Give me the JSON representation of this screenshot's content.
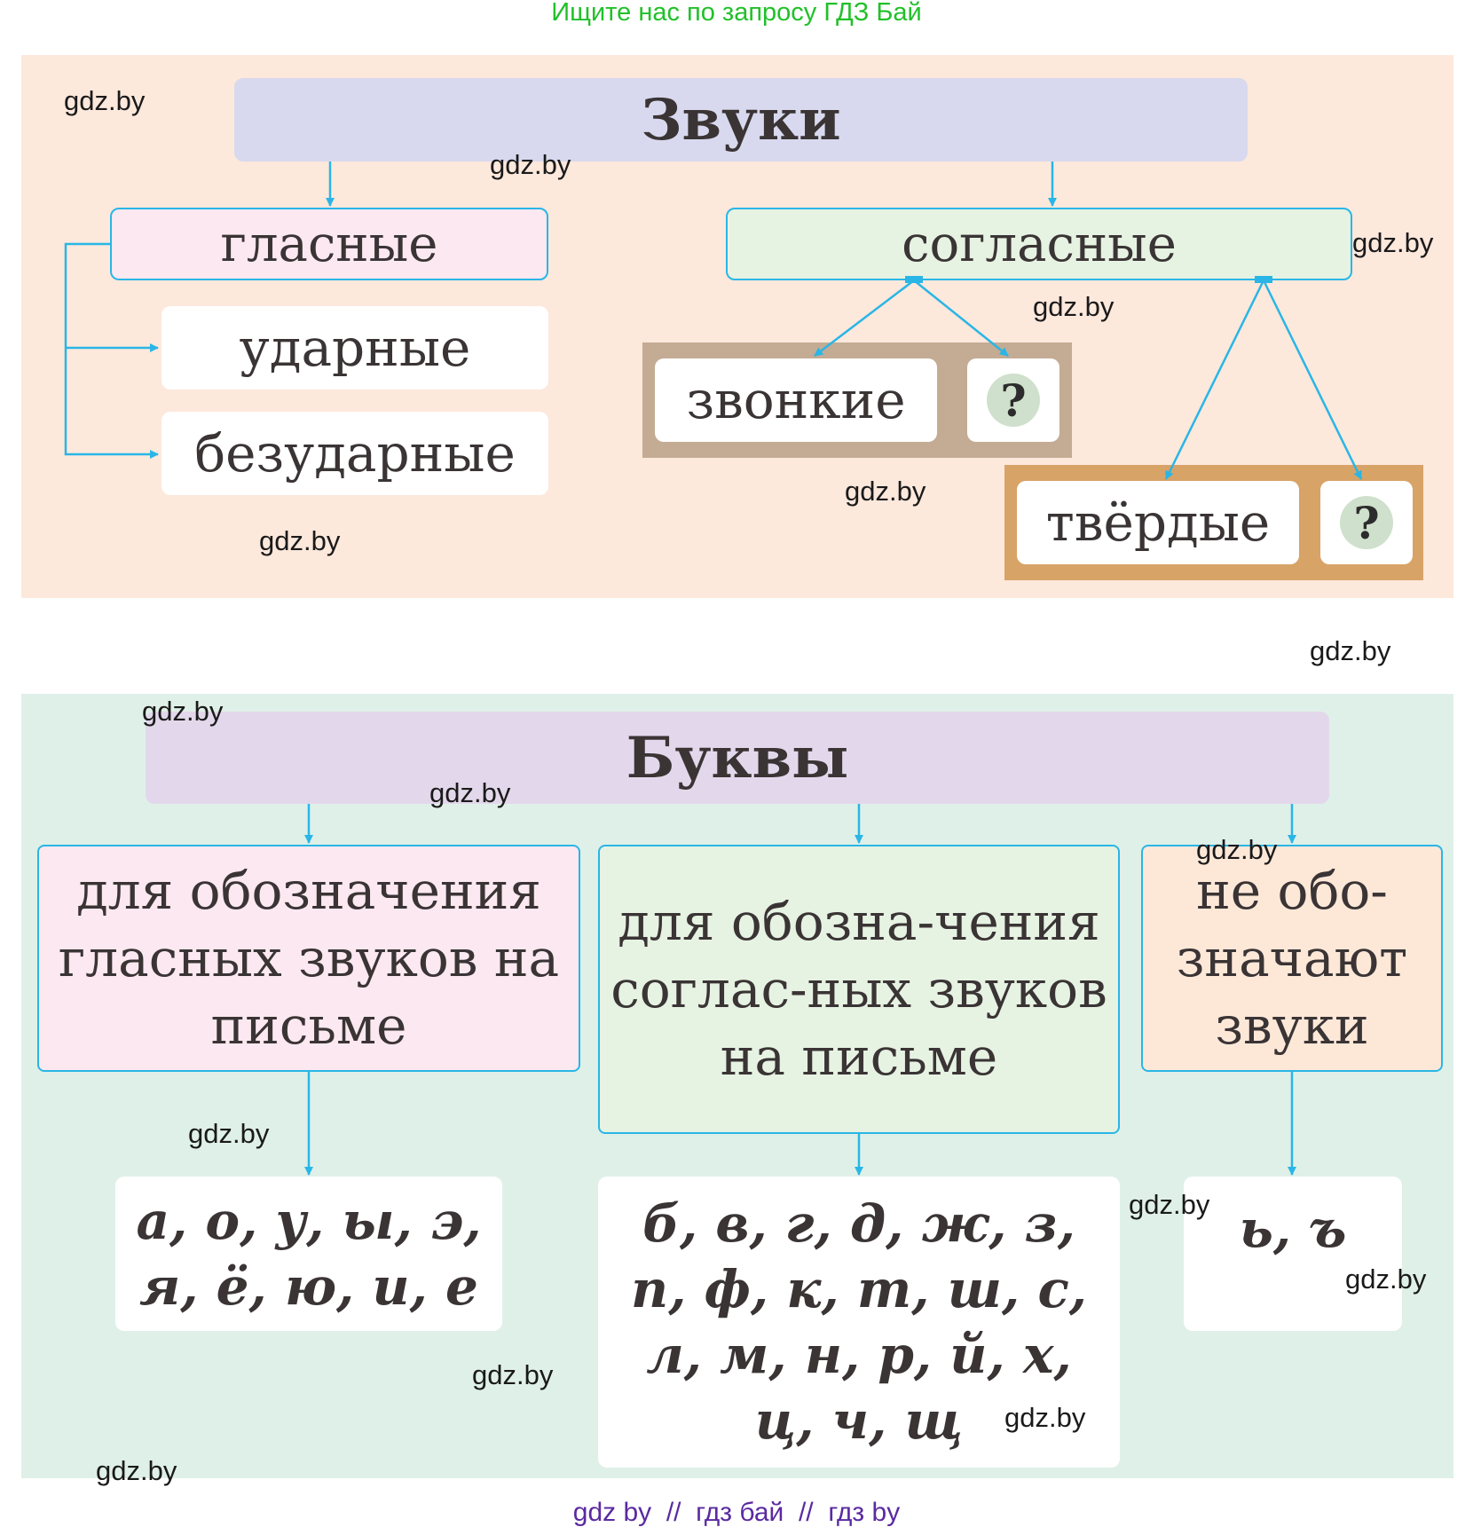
{
  "top_note": "Ищите нас по запросу ГДЗ Бай",
  "sounds": {
    "title": "Звуки",
    "vowels": "гласные",
    "stressed": "ударные",
    "unstressed": "безударные",
    "consonants": "согласные",
    "voiced": "звонкие",
    "unknown_1": "?",
    "hard": "твёрдые",
    "unknown_2": "?"
  },
  "letters": {
    "title": "Буквы",
    "vowel_col": "для обозначения гласных звуков на письме",
    "consonant_col": "для обозна-чения соглас-ных звуков на письме",
    "silent_col": "не обо-значают звуки",
    "vowel_letters": "а, о, у, ы, э, я, ё, ю, и, е",
    "consonant_letters": "б, в, г, д, ж, з, п, ф, к, т, ш, с, л, м, н, р, й, х, ц, ч, щ",
    "silent_letters": "ь, ъ"
  },
  "watermark": "gdz.by",
  "footer": "gdz by  //  гдз бай  //  гдз by",
  "colors": {
    "sounds_bg": "#fde8dc",
    "letters_bg": "#dff0e8",
    "title_sounds": "#d8d9ee",
    "title_letters": "#e3d8eb",
    "pink": "#fce8f0",
    "green": "#e6f2e2",
    "peach": "#fde8d8",
    "tan": "#c4ab93",
    "orange": "#d8a367",
    "accent": "#29b6e6"
  }
}
